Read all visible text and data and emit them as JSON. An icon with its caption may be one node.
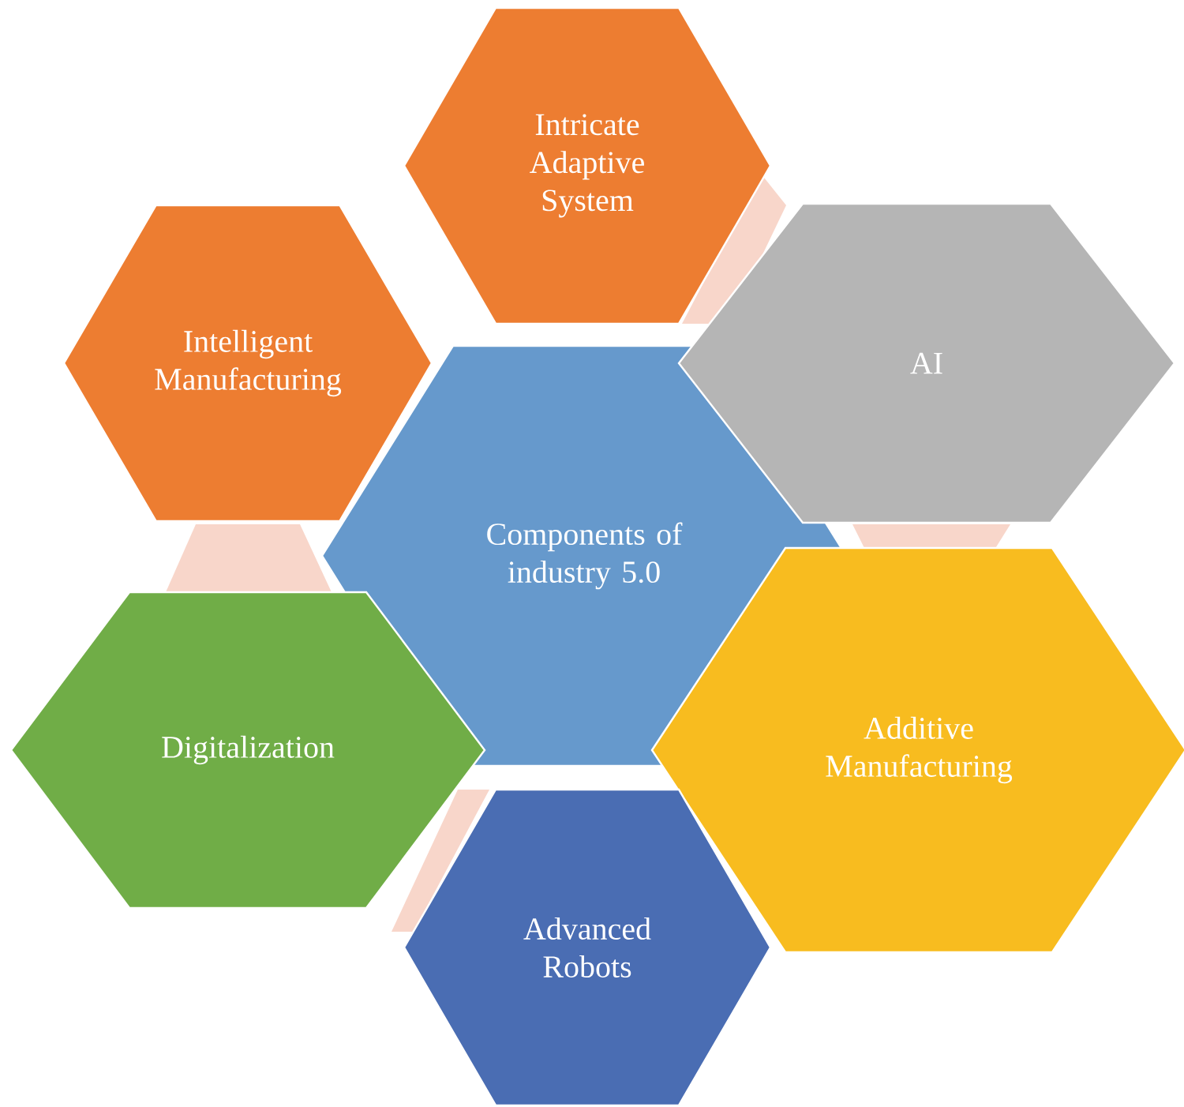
{
  "diagram": {
    "nodes": [
      {
        "text": [
          "Components of industry 5.0"
        ]
      },
      {
        "text": [
          "Intricate Adaptive System"
        ]
      },
      {
        "text": [
          "AI"
        ]
      },
      {
        "text": [
          "Additive Manufacturing"
        ]
      },
      {
        "text": [
          "Advanced Robots"
        ]
      },
      {
        "text": [
          "Digitalization"
        ]
      },
      {
        "text": [
          "Intelligent Manufacturing"
        ]
      },
      {
        "text": [],
        "shape": "bar"
      },
      {
        "text": [],
        "shape": "bar"
      },
      {
        "text": [],
        "shape": "bar"
      },
      {
        "text": [],
        "shape": "bar"
      }
    ]
  }
}
